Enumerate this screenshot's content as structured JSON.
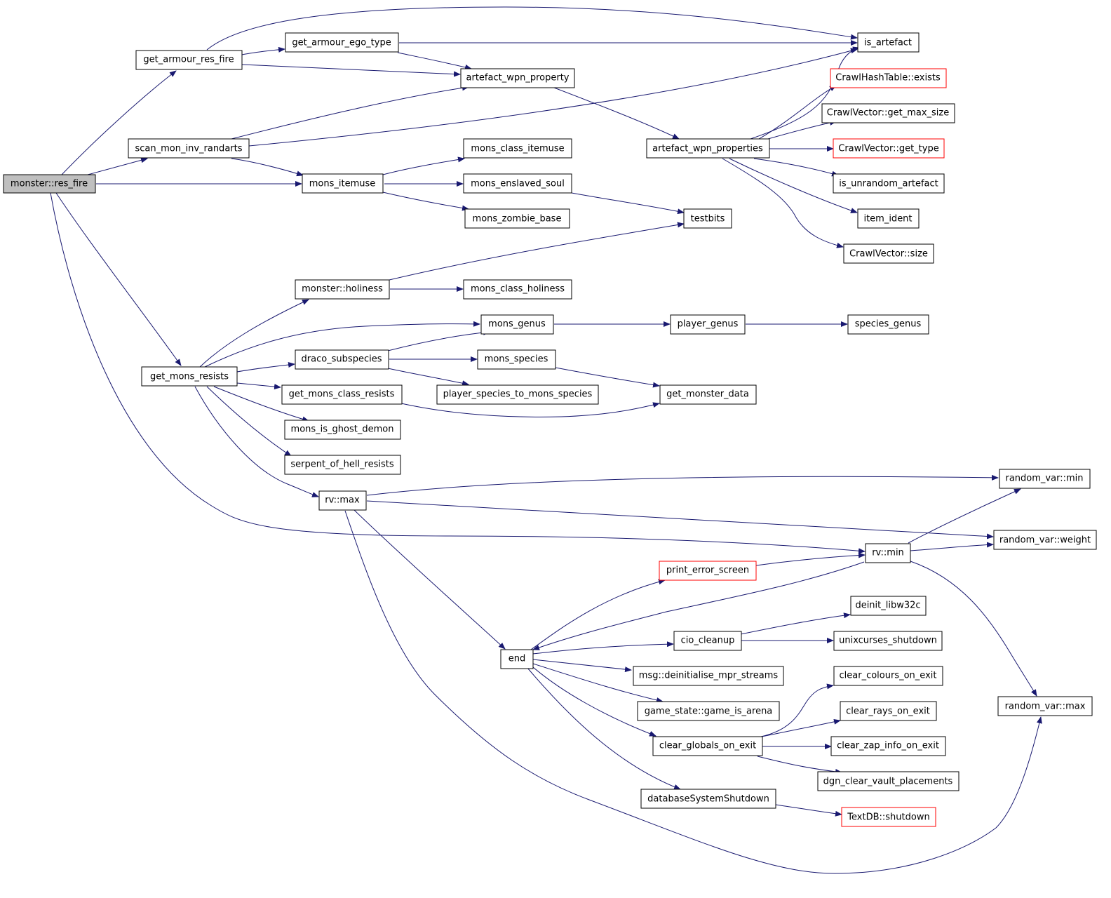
{
  "colors": {
    "edge": "#191970",
    "node_border": "#000000",
    "node_border_incomplete": "#ff0000",
    "root_fill": "#bfbfbf",
    "node_fill": "#ffffff"
  },
  "nodes": {
    "res_fire": "monster::res_fire",
    "get_armour_res_fire": "get_armour_res_fire",
    "get_armour_ego_type": "get_armour_ego_type",
    "is_artefact": "is_artefact",
    "artefact_wpn_property": "artefact_wpn_property",
    "crawlhash_exists": "CrawlHashTable::exists",
    "crawlvec_get_max_size": "CrawlVector::get_max_size",
    "scan_mon_inv_randarts": "scan_mon_inv_randarts",
    "artefact_wpn_properties": "artefact_wpn_properties",
    "crawlvec_get_type": "CrawlVector::get_type",
    "mons_class_itemuse": "mons_class_itemuse",
    "is_unrandom_artefact": "is_unrandom_artefact",
    "mons_itemuse": "mons_itemuse",
    "mons_enslaved_soul": "mons_enslaved_soul",
    "mons_zombie_base": "mons_zombie_base",
    "testbits": "testbits",
    "item_ident": "item_ident",
    "crawlvec_size": "CrawlVector::size",
    "monster_holiness": "monster::holiness",
    "mons_class_holiness": "mons_class_holiness",
    "mons_genus": "mons_genus",
    "player_genus": "player_genus",
    "species_genus": "species_genus",
    "draco_subspecies": "draco_subspecies",
    "mons_species": "mons_species",
    "get_mons_resists": "get_mons_resists",
    "get_mons_class_resists": "get_mons_class_resists",
    "player_species_to_mons_species": "player_species_to_mons_species",
    "get_monster_data": "get_monster_data",
    "mons_is_ghost_demon": "mons_is_ghost_demon",
    "serpent_of_hell_resists": "serpent_of_hell_resists",
    "random_var_min": "random_var::min",
    "rv_max": "rv::max",
    "random_var_weight": "random_var::weight",
    "rv_min": "rv::min",
    "print_error_screen": "print_error_screen",
    "deinit_libw32c": "deinit_libw32c",
    "cio_cleanup": "cio_cleanup",
    "unixcurses_shutdown": "unixcurses_shutdown",
    "end": "end",
    "msg_deinitialise": "msg::deinitialise_mpr_streams",
    "clear_colours_on_exit": "clear_colours_on_exit",
    "random_var_max": "random_var::max",
    "game_is_arena": "game_state::game_is_arena",
    "clear_rays_on_exit": "clear_rays_on_exit",
    "clear_globals_on_exit": "clear_globals_on_exit",
    "clear_zap_info_on_exit": "clear_zap_info_on_exit",
    "dgn_clear_vault_placements": "dgn_clear_vault_placements",
    "database_shutdown": "databaseSystemShutdown",
    "textdb_shutdown": "TextDB::shutdown"
  }
}
